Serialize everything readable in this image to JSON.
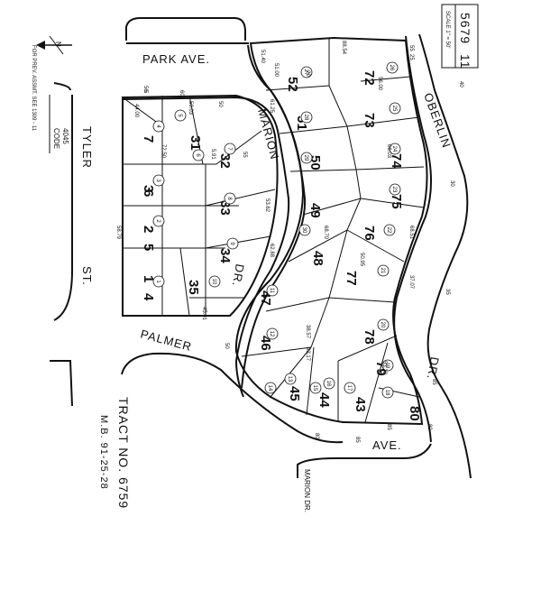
{
  "header": {
    "page_number": "5679",
    "sheet_number": "11",
    "scale": "SCALE 1\" = 50'",
    "north_label": "N",
    "prev_assmt": "FOR PREV. ASSMT. SEE 1309 - 11",
    "code_label": "CODE",
    "code_value": "4045"
  },
  "streets": {
    "park_ave": "PARK  AVE.",
    "tyler": "TYLER",
    "st": "ST.",
    "palmer": "PALMER",
    "ave": "AVE.",
    "marion": "MARION",
    "marion_dr_top": "DR.",
    "oberlin": "OBERLIN",
    "oberlin_dr": "DR.",
    "marion_dr_bottom": "MARION\nDR."
  },
  "tract": {
    "title": "TRACT  NO. 6759",
    "book": "M.B. 91-25-28"
  },
  "lots": [
    "1",
    "2",
    "3",
    "4",
    "5",
    "6",
    "7",
    "31",
    "32",
    "33",
    "34",
    "35",
    "43",
    "44",
    "45",
    "46",
    "47",
    "48",
    "49",
    "50",
    "51",
    "52",
    "72",
    "73",
    "74",
    "75",
    "76",
    "77",
    "78",
    "79",
    "80"
  ],
  "parcels": [
    "1",
    "2",
    "3",
    "4",
    "5",
    "6",
    "7",
    "8",
    "9",
    "10",
    "11",
    "12",
    "13",
    "14",
    "15",
    "16",
    "17",
    "18",
    "19",
    "20",
    "21",
    "22",
    "23",
    "24",
    "25",
    "26",
    "27",
    "28",
    "29",
    "30"
  ],
  "dimension_labels": [
    "44.00",
    "50.03",
    "50",
    "60",
    "56",
    "55",
    "61.25",
    "51.00",
    "51.40",
    "58.79",
    "53.62",
    "62.88",
    "5.91",
    "72.50",
    "88.54",
    "56.00",
    "68.70",
    "38.57",
    "50.95",
    "66.03",
    "37.07",
    "68.51",
    "93.17",
    "53.23",
    "45.01",
    "55",
    "50",
    "80",
    "85",
    "85",
    "80",
    "25",
    "20",
    "5",
    "40",
    "30",
    "35",
    "85"
  ]
}
